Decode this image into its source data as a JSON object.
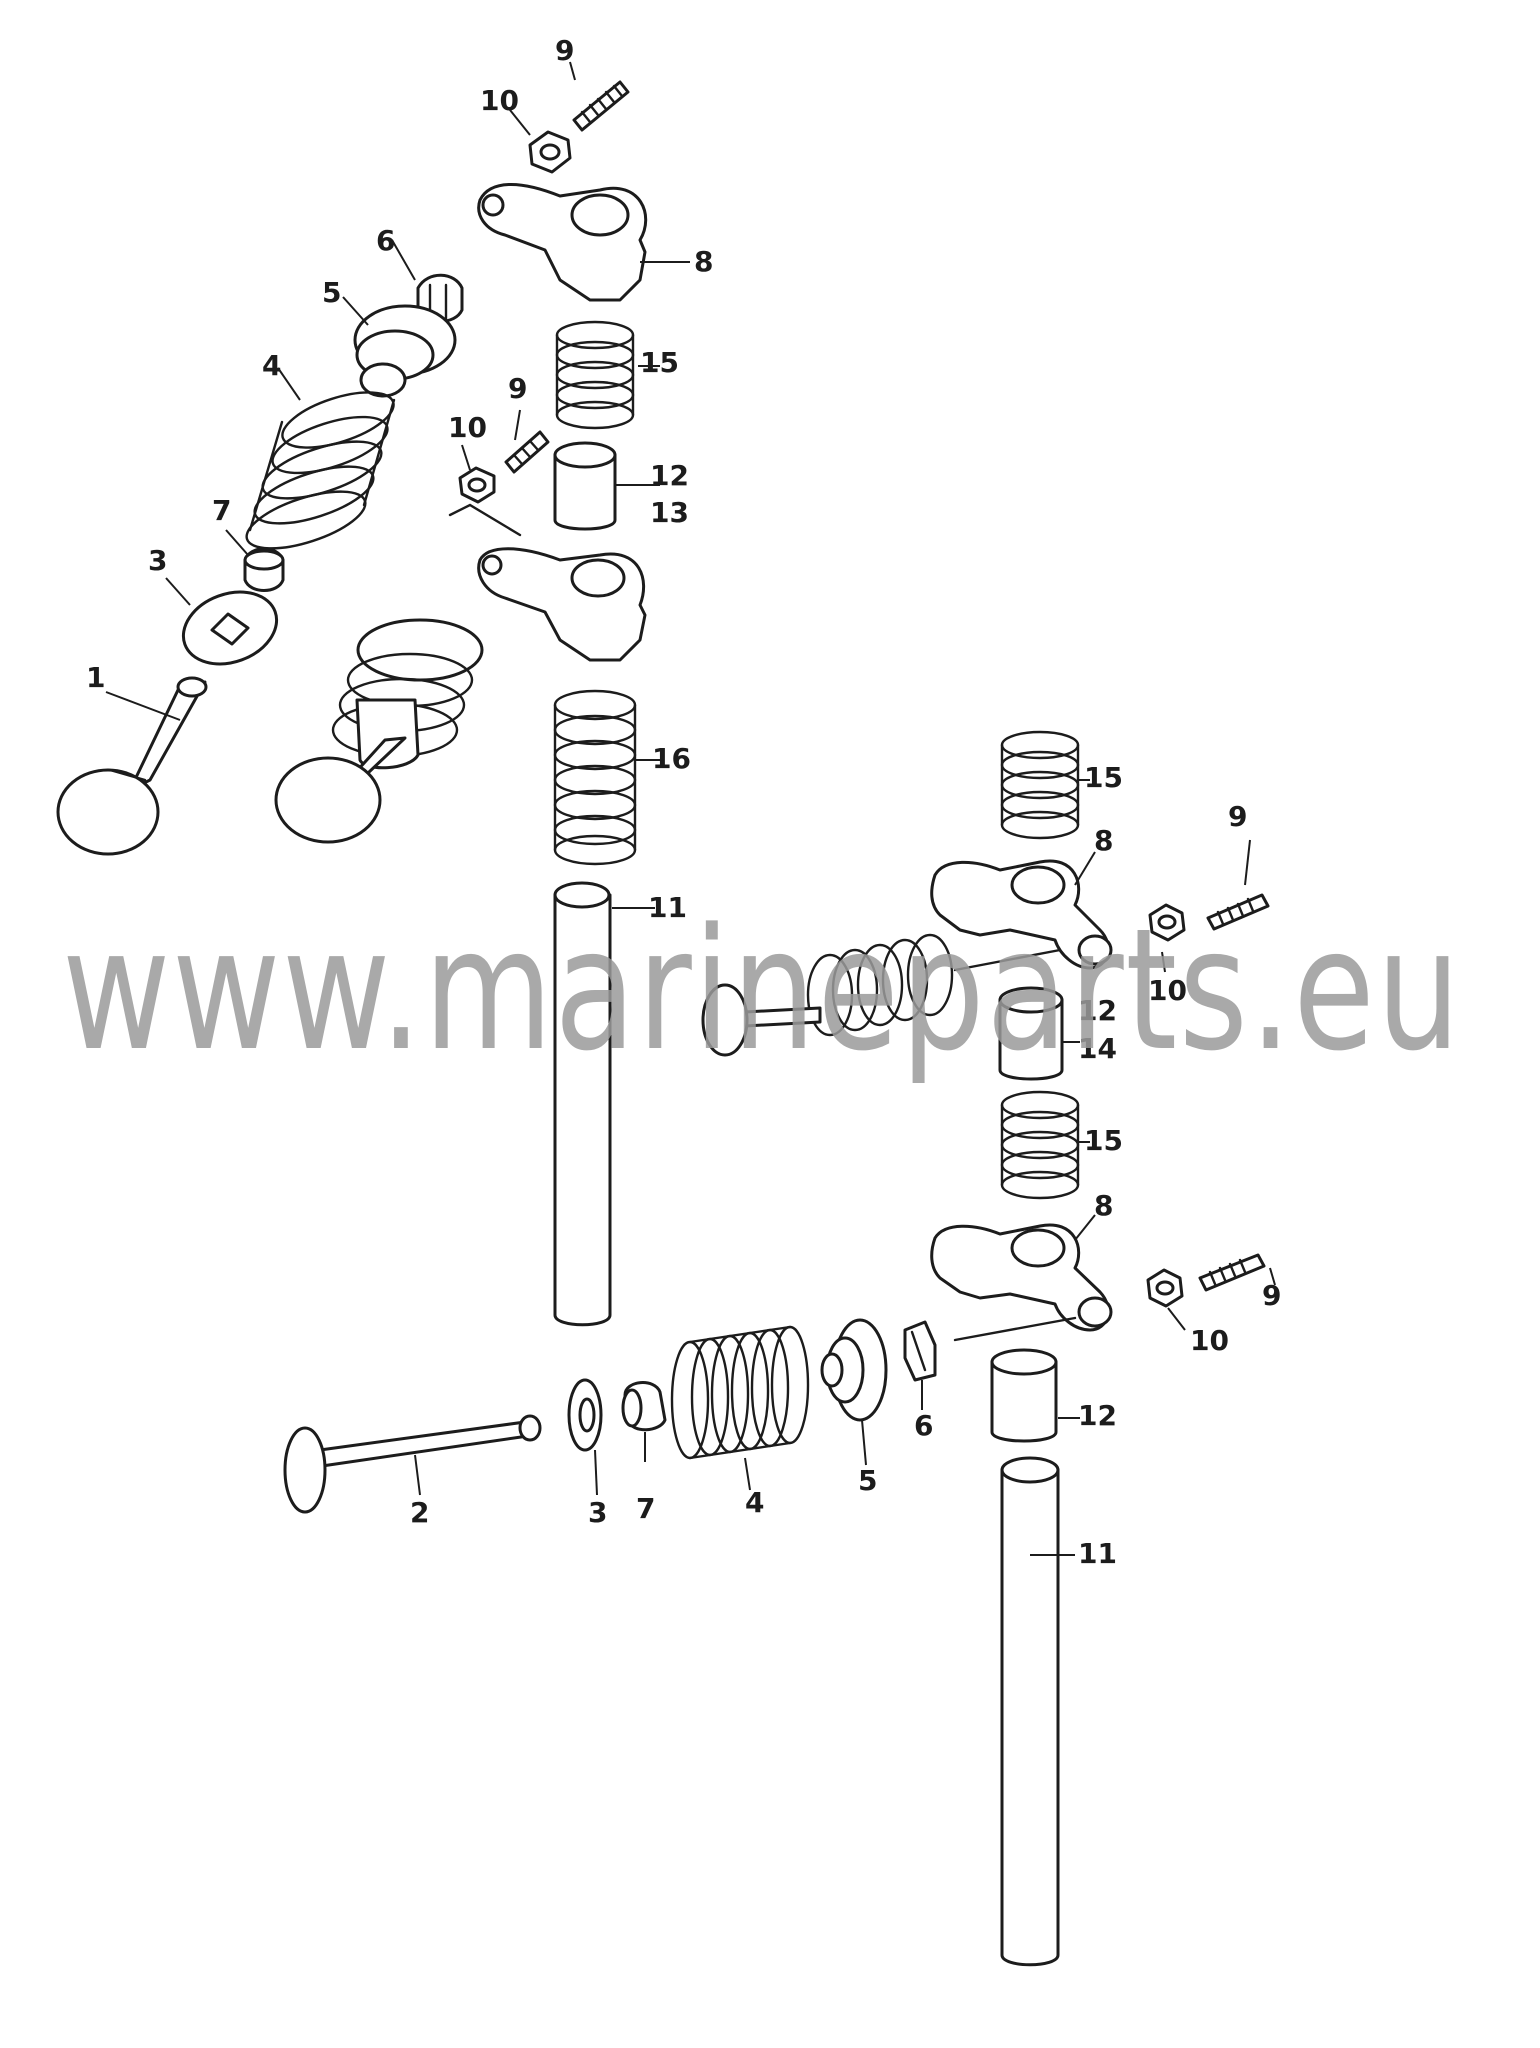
{
  "colors": {
    "line": "#1c1c1c",
    "watermark": "#9a9a9a",
    "background": "#ffffff"
  },
  "watermark": "www.marineparts.eu",
  "labels": {
    "1": "1",
    "2": "2",
    "3": "3",
    "4": "4",
    "5": "5",
    "6": "6",
    "7": "7",
    "8": "8",
    "9": "9",
    "10": "10",
    "11": "11",
    "12": "12",
    "13": "13",
    "14": "14",
    "15": "15",
    "16": "16"
  }
}
